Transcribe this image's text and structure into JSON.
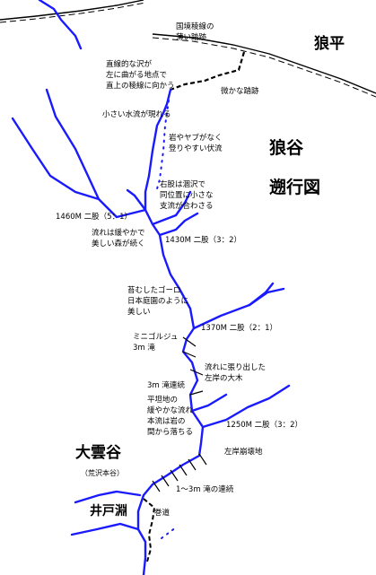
{
  "title": [
    "狼谷",
    "遡行図"
  ],
  "peak": "狼平",
  "valleys": {
    "main": "大雲谷",
    "main_note": "（荒沢本谷）",
    "pool": "井戸淵"
  },
  "notes": {
    "ridge_end": "国境稜線の\n薄い踏跡",
    "faint_trail": "微かな踏跡",
    "direct_up": "直線的な沢が\n左に曲がる地点で\n直上の稜線に向かう",
    "small_stream": "小さい水流が現れる",
    "hidden_flow": "岩やヤブがなく\n登りやすい伏流",
    "right_branch": "右股は涸沢で\n同位置に小さな\n支流が合わさる",
    "fork_1460": "1460M 二股（5：1）",
    "gentle_forest": "流れは緩やかで\n美しい森が続く",
    "fork_1430": "1430M 二股（3：2）",
    "moss_garden": "苔むしたゴーロ\n日本庭園のように\n美しい",
    "mini_gorge": "ミニゴルジュ\n3m 滝",
    "fork_1370": "1370M 二股（2：1）",
    "big_tree": "流れに張り出した\n左岸の大木",
    "falls_series": "3m 滝連続",
    "flat_land": "平坦地の\n緩やかな流れ\n本流は岩の\n間から落ちる",
    "fork_1250": "1250M 二股（3：2）",
    "left_collapse": "左岸崩壊地",
    "falls_1_3": "1～3m 滝の連続",
    "detour": "巻道"
  },
  "colors": {
    "stream": "#1a1aff",
    "trail": "#000000",
    "dots": "#1a1aff"
  }
}
